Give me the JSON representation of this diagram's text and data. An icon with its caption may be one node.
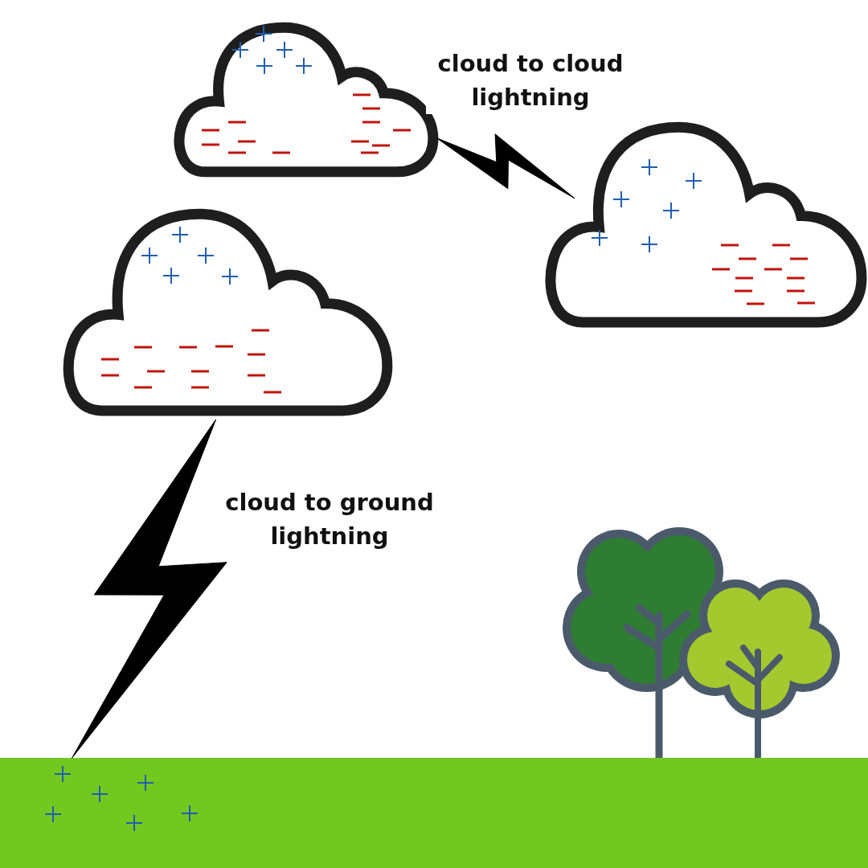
{
  "diagram": {
    "nodes": [
      {
        "text": [],
        "shape": "cloud"
      },
      {
        "text": [],
        "shape": "cloud"
      },
      {
        "text": [],
        "shape": "cloud"
      },
      {
        "text": [],
        "shape": "bar"
      }
    ],
    "edges": [
      {
        "from": 0,
        "to": 1,
        "arrow": "none",
        "label": "cloud to cloud lightning"
      },
      {
        "from": 2,
        "to": 3,
        "arrow": "none",
        "label": "cloud to ground lightning"
      }
    ]
  }
}
